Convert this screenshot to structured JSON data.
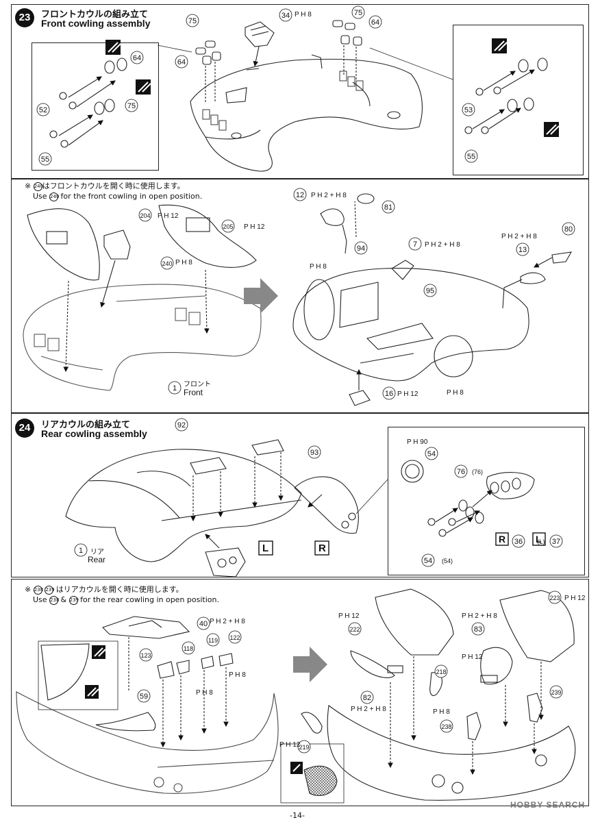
{
  "step23": {
    "number": "23",
    "title_jp": "フロントカウルの組み立て",
    "title_en": "Front cowling assembly",
    "note_line1_pre": "※ ",
    "note_line1_part": "240",
    "note_line1_post": "はフロントカウルを開く時に使用します。",
    "note_line2_pre": "Use ",
    "note_line2_part": "240",
    "note_line2_post": " for the front cowling in open position."
  },
  "step24": {
    "number": "24",
    "title_jp": "リアカウルの組み立て",
    "title_en": "Rear cowling assembly",
    "note_line1_pre": "※ ",
    "note_line1_part_a": "238",
    "note_line1_part_b": "239",
    "note_line1_post": "はリアカウルを開く時に使用します。",
    "note_line2_pre": "Use ",
    "note_line2_part_a": "238",
    "note_line2_part_b": "239",
    "note_line2_post": " for the rear cowling in open position."
  },
  "labels": {
    "front_jp": "フロント",
    "front_en": "Front",
    "rear_jp": "リア",
    "rear_en": "Rear",
    "left": "L",
    "right": "R"
  },
  "footer": {
    "page": "-14-"
  },
  "watermark": {
    "text": "HOBBY SEARCH"
  },
  "part_callouts": [
    "75",
    "34",
    "75",
    "64",
    "64",
    "52",
    "55",
    "64",
    "75",
    "53",
    "55",
    "204",
    "240",
    "205",
    "12",
    "81",
    "94",
    "7",
    "80",
    "13",
    "95",
    "16",
    "1",
    "92",
    "93",
    "54",
    "76",
    "(76)",
    "36",
    "(L)",
    "37",
    "54",
    "(54)",
    "1",
    "40",
    "118",
    "119",
    "122",
    "123",
    "59",
    "222",
    "223",
    "83",
    "218",
    "82",
    "219",
    "239",
    "238"
  ],
  "paint_codes": [
    "H8",
    "H2+H8",
    "H12",
    "H90"
  ],
  "icons": [
    "decal-icon",
    "brush-paint-icon",
    "cross-out-icon",
    "clear-part-icon",
    "arrow-right-icon",
    "mesh-icon"
  ]
}
